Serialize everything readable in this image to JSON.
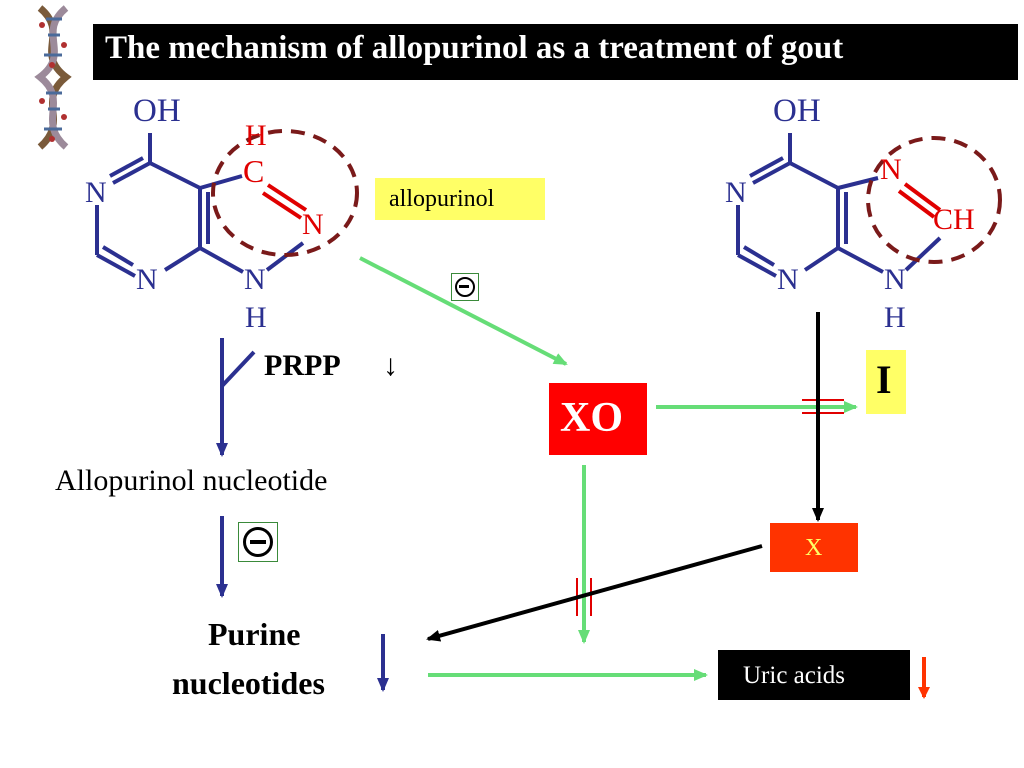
{
  "title": "The mechanism of allopurinol  as a treatment of gout",
  "left_molecule": {
    "atoms": {
      "oh": "OH",
      "n_top": "N",
      "n_bottom": "N",
      "h_red": "H",
      "c_red": "C",
      "n_red": "N",
      "nh_n": "N",
      "nh_h": "H"
    },
    "name": "allopurinol"
  },
  "right_molecule": {
    "atoms": {
      "oh": "OH",
      "n_top": "N",
      "n_bottom": "N",
      "n_red": "N",
      "ch_red": "CH",
      "nh_n": "N",
      "nh_h": "H"
    },
    "label": "I"
  },
  "pathway": {
    "prpp": "PRPP",
    "prpp_arrow": "↓",
    "allopurinol_nucleotide": "Allopurinol nucleotide",
    "purine_nucleotides_line1": "Purine",
    "purine_nucleotides_line2": "nucleotides",
    "xo": "XO",
    "x": "X",
    "uric_acids": "Uric acids"
  },
  "colors": {
    "bond": "#2B3090",
    "highlight": "#E00000",
    "green_arrow": "#66DD77",
    "dashed_circle": "#7A1A1A",
    "down_arrow_orange": "#FF3300"
  }
}
